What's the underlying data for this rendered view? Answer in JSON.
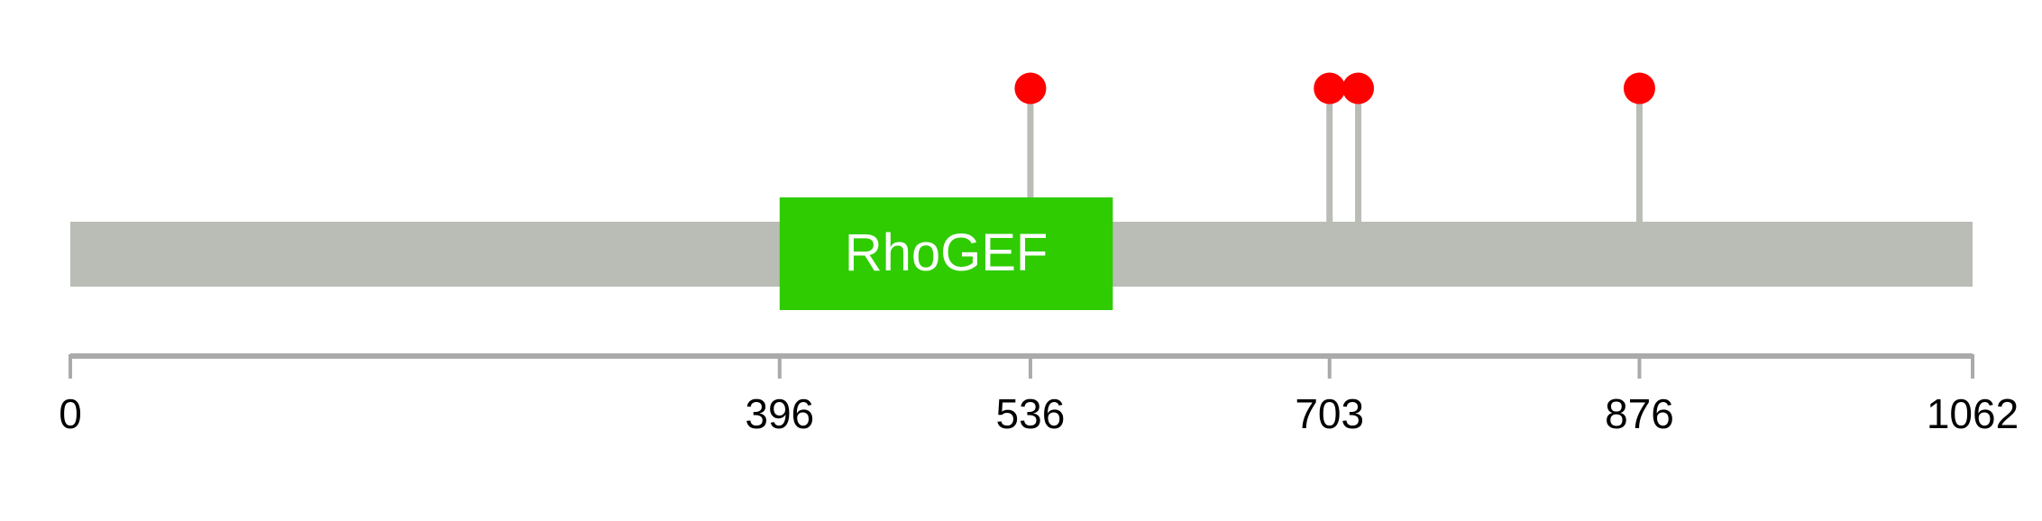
{
  "chart_data": {
    "type": "lollipop",
    "title": "",
    "xlabel": "",
    "ylabel": "",
    "protein_length": 1062,
    "xlim": [
      0,
      1062
    ],
    "grid": false,
    "tick_labels": [
      "0",
      "396",
      "536",
      "703",
      "876",
      "1062"
    ],
    "tick_values": [
      0,
      396,
      536,
      703,
      876,
      1062
    ],
    "domains": [
      {
        "name": "RhoGEF",
        "start": 396,
        "end": 582,
        "color": "#2ecc00"
      }
    ],
    "mutations": [
      {
        "position": 536,
        "count": 1
      },
      {
        "position": 703,
        "count": 1
      },
      {
        "position": 719,
        "count": 1
      },
      {
        "position": 876,
        "count": 1
      }
    ],
    "colors": {
      "backbone": "#babdb6",
      "stem": "#babdb6",
      "head": "#ff0000",
      "axis": "#aaaaaa",
      "domain_text": "#ffffff"
    }
  }
}
